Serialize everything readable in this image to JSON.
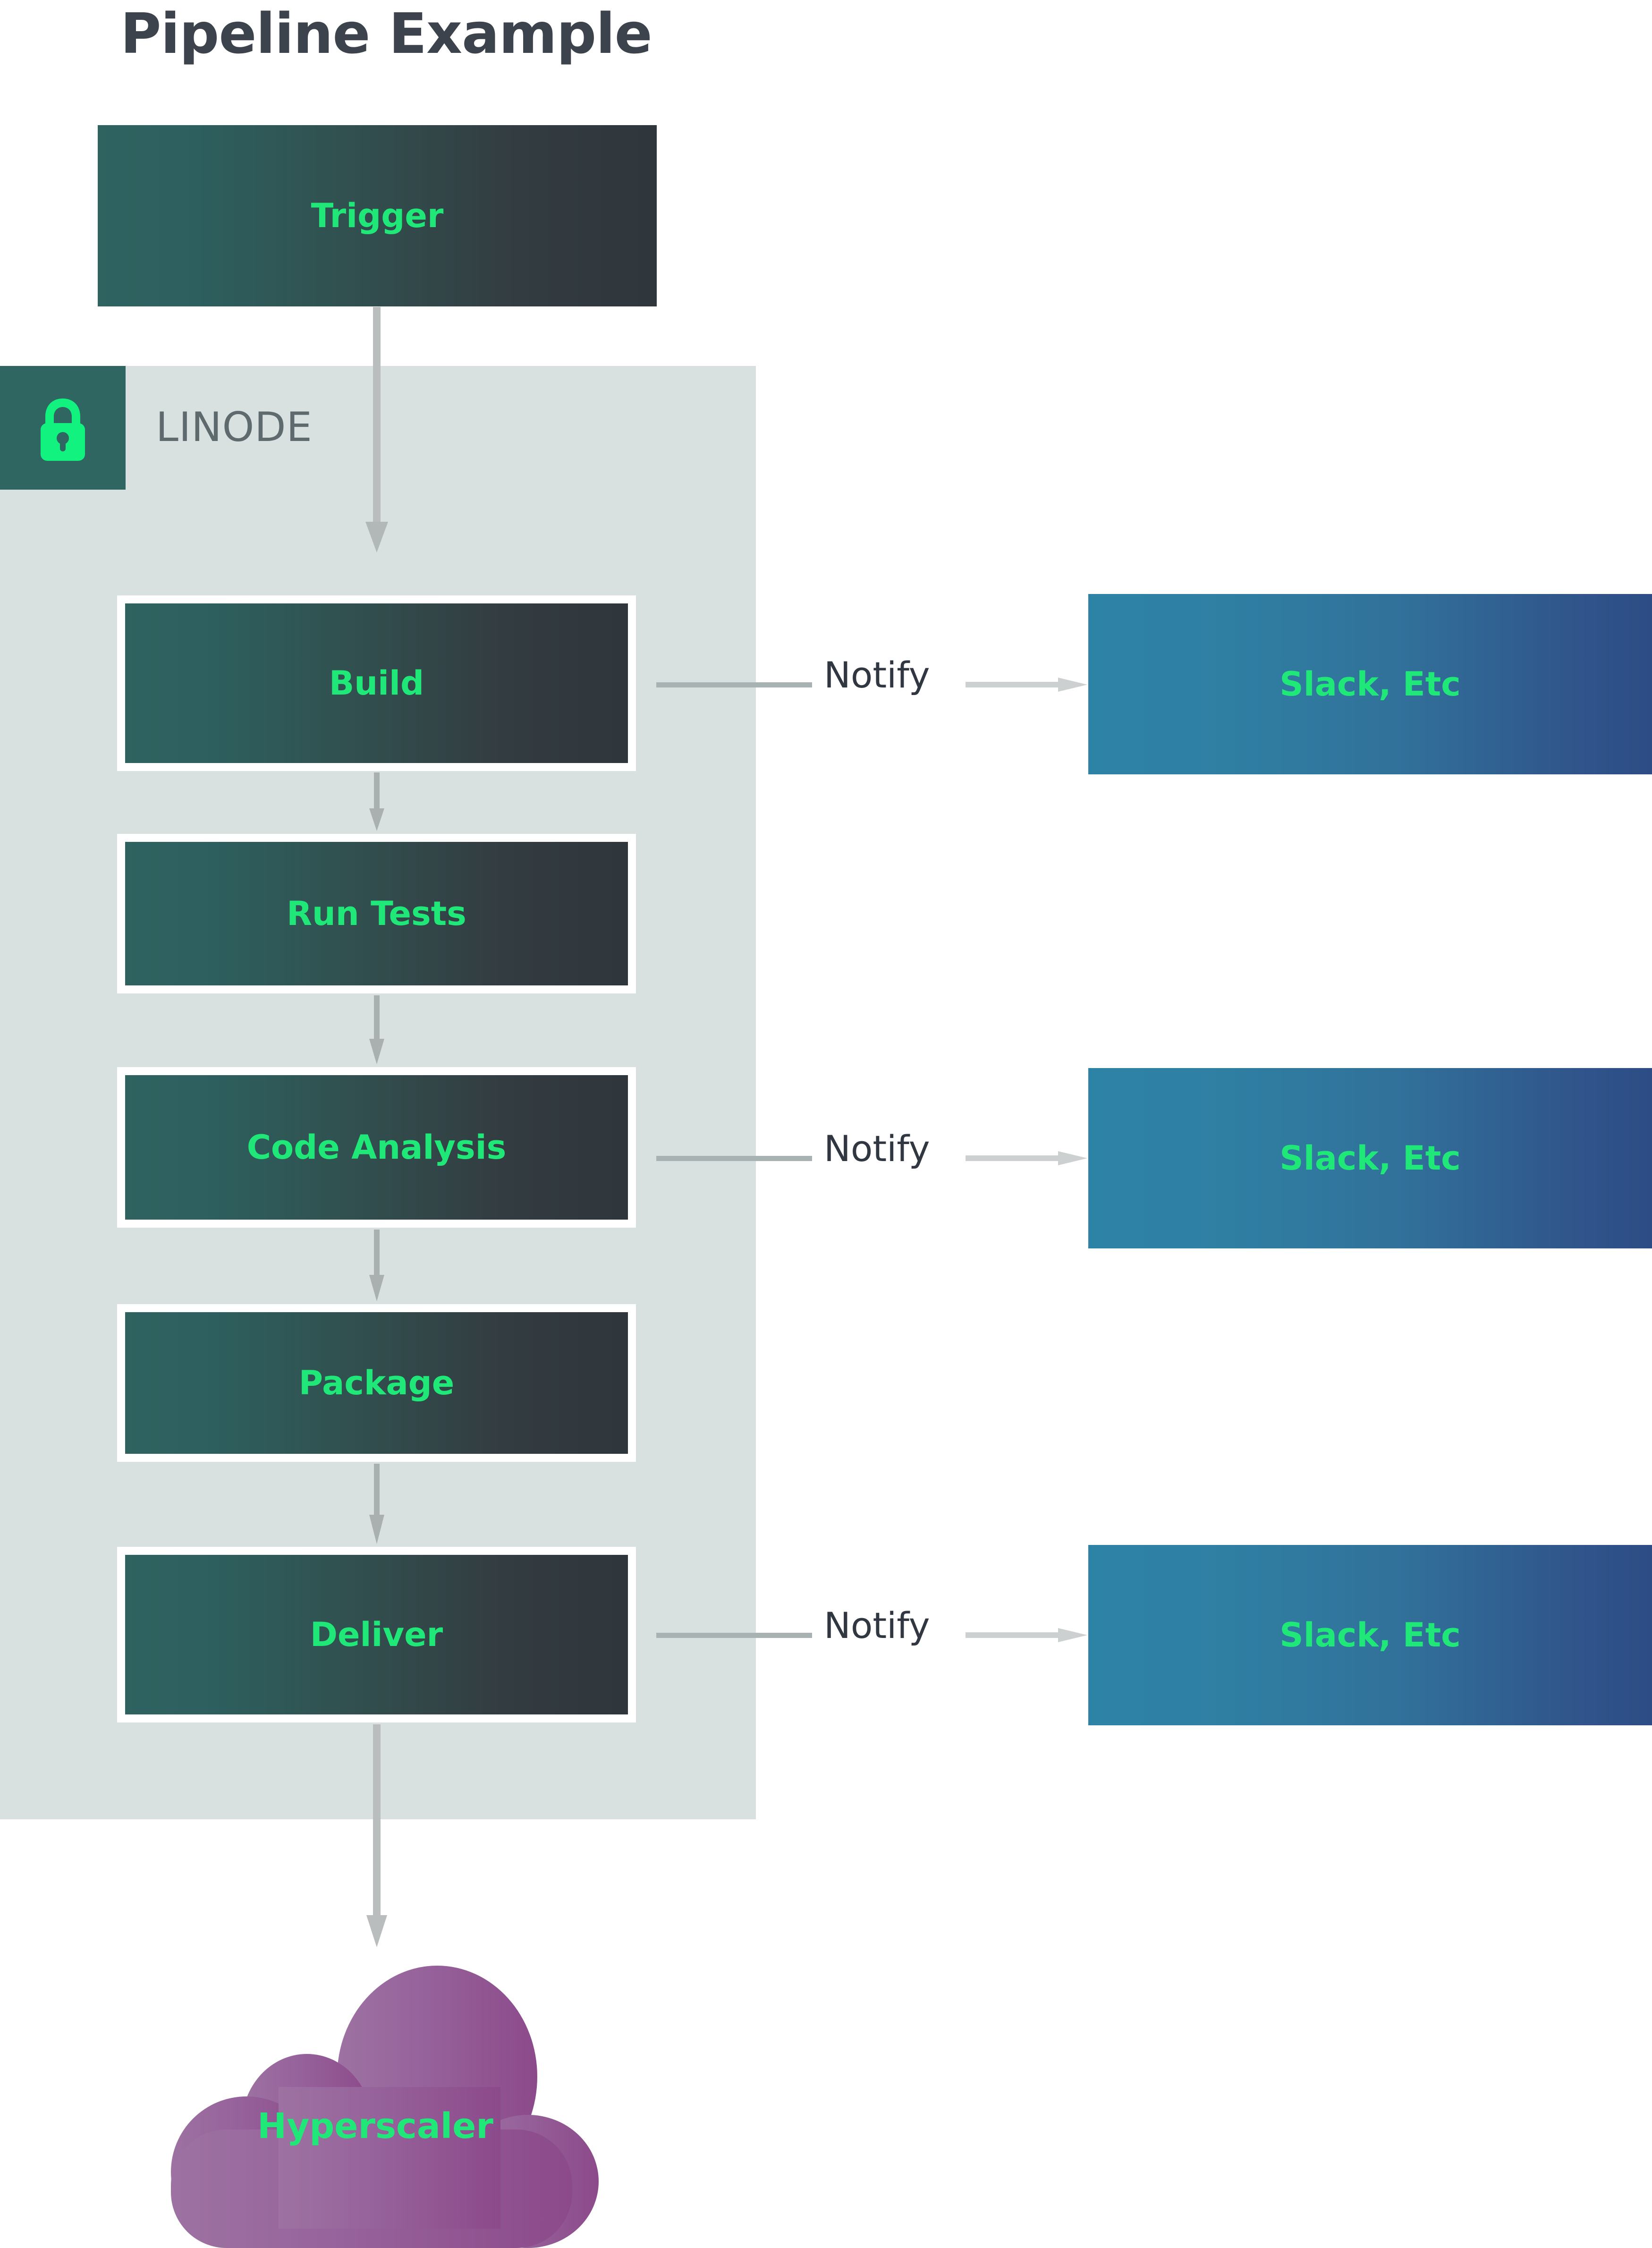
{
  "page": {
    "title": "Pipeline Example",
    "background": "#ffffff"
  },
  "colors": {
    "title_text": "#3c434c",
    "zone_background": "#d8e1e0",
    "zone_badge": "#2f6662",
    "zone_label_text": "#5f6a6f",
    "stage_gradient_start": "#2e6360",
    "stage_gradient_end": "#2f363c",
    "stage_text": "#1fe878",
    "stage_frame": "#ffffff",
    "notify_gradient_start": "#2d83a6",
    "notify_gradient_end": "#2d4c85",
    "notify_text": "#1fe878",
    "connector_label_text": "#303740",
    "arrow_gray": "#b9bdbd",
    "arrow_gray_dark": "#a8b2b2",
    "cloud_gradient_start": "#9c6fa0",
    "cloud_gradient_end": "#8e4f8c",
    "lock_icon": "#11f27e"
  },
  "zone": {
    "name": "LINODE",
    "icon": "lock-icon"
  },
  "stages": [
    {
      "id": "trigger",
      "label": "Trigger",
      "framed": false
    },
    {
      "id": "build",
      "label": "Build",
      "framed": true
    },
    {
      "id": "run-tests",
      "label": "Run Tests",
      "framed": true
    },
    {
      "id": "code-analysis",
      "label": "Code Analysis",
      "framed": true
    },
    {
      "id": "package",
      "label": "Package",
      "framed": true
    },
    {
      "id": "deliver",
      "label": "Deliver",
      "framed": true
    }
  ],
  "notifications": [
    {
      "from": "build",
      "edge_label": "Notify",
      "target_label": "Slack, Etc"
    },
    {
      "from": "code-analysis",
      "edge_label": "Notify",
      "target_label": "Slack, Etc"
    },
    {
      "from": "deliver",
      "edge_label": "Notify",
      "target_label": "Slack, Etc"
    }
  ],
  "cloud": {
    "label": "Hyperscaler",
    "shape": "cloud-icon"
  },
  "flow": {
    "description_order": [
      "Trigger",
      "Build",
      "Run Tests",
      "Code Analysis",
      "Package",
      "Deliver",
      "Hyperscaler"
    ]
  }
}
